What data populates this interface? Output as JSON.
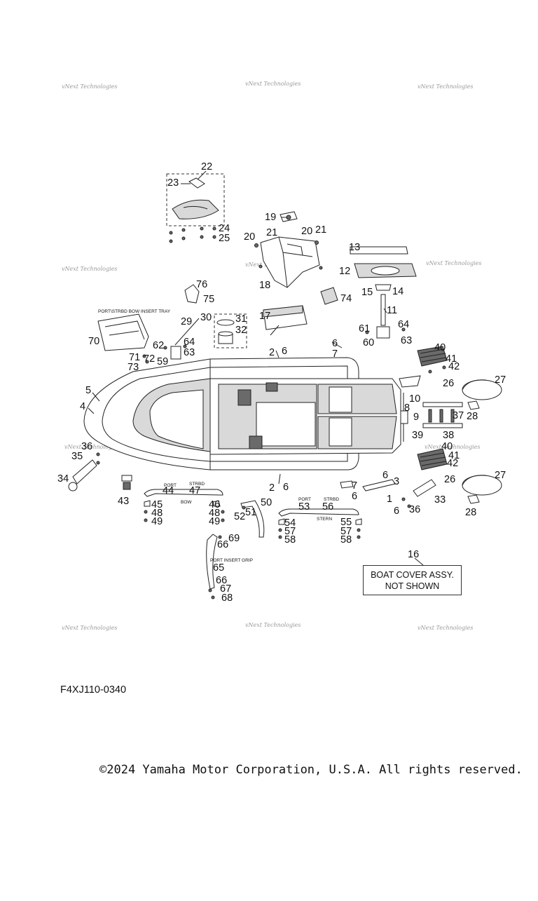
{
  "figure_code": "F4XJ110-0340",
  "copyright": "©2024 Yamaha Motor Corporation, U.S.A. All rights reserved.",
  "watermark_text": "vNext Technologies",
  "note": {
    "callout": "16",
    "lines": [
      "BOAT COVER ASSY.",
      "NOT SHOWN"
    ]
  },
  "labels": {
    "tray": "PORT\\STRBD BOW INSERT TRAY",
    "port": "PORT",
    "strbd": "STRBD",
    "bow": "BOW",
    "stern": "STERN",
    "port_insert_grip": "PORT INSERT GRIP"
  },
  "callouts": [
    {
      "id": "c22",
      "text": "22"
    },
    {
      "id": "c23",
      "text": "23"
    },
    {
      "id": "c24",
      "text": "24"
    },
    {
      "id": "c25",
      "text": "25"
    },
    {
      "id": "c19",
      "text": "19"
    },
    {
      "id": "c20a",
      "text": "20"
    },
    {
      "id": "c21a",
      "text": "21"
    },
    {
      "id": "c20b",
      "text": "20"
    },
    {
      "id": "c21b",
      "text": "21"
    },
    {
      "id": "c18",
      "text": "18"
    },
    {
      "id": "c13",
      "text": "13"
    },
    {
      "id": "c12",
      "text": "12"
    },
    {
      "id": "c15",
      "text": "15"
    },
    {
      "id": "c14",
      "text": "14"
    },
    {
      "id": "c76",
      "text": "76"
    },
    {
      "id": "c75",
      "text": "75"
    },
    {
      "id": "c74",
      "text": "74"
    },
    {
      "id": "c11",
      "text": "11"
    },
    {
      "id": "c29",
      "text": "29"
    },
    {
      "id": "c30",
      "text": "30"
    },
    {
      "id": "c31",
      "text": "31"
    },
    {
      "id": "c32",
      "text": "32"
    },
    {
      "id": "c17",
      "text": "17"
    },
    {
      "id": "c61",
      "text": "61"
    },
    {
      "id": "c64b",
      "text": "64"
    },
    {
      "id": "c60",
      "text": "60"
    },
    {
      "id": "c63b",
      "text": "63"
    },
    {
      "id": "c70",
      "text": "70"
    },
    {
      "id": "c62",
      "text": "62"
    },
    {
      "id": "c64a",
      "text": "64"
    },
    {
      "id": "c63a",
      "text": "63"
    },
    {
      "id": "c71",
      "text": "71"
    },
    {
      "id": "c72",
      "text": "72"
    },
    {
      "id": "c59",
      "text": "59"
    },
    {
      "id": "c73",
      "text": "73"
    },
    {
      "id": "c2a",
      "text": "2"
    },
    {
      "id": "c6a",
      "text": "6"
    },
    {
      "id": "c6b",
      "text": "6"
    },
    {
      "id": "c7a",
      "text": "7"
    },
    {
      "id": "c40a",
      "text": "40"
    },
    {
      "id": "c41a",
      "text": "41"
    },
    {
      "id": "c42a",
      "text": "42"
    },
    {
      "id": "c26a",
      "text": "26"
    },
    {
      "id": "c27a",
      "text": "27"
    },
    {
      "id": "c5",
      "text": "5"
    },
    {
      "id": "c4",
      "text": "4"
    },
    {
      "id": "c10",
      "text": "10"
    },
    {
      "id": "c8",
      "text": "8"
    },
    {
      "id": "c9",
      "text": "9"
    },
    {
      "id": "c37",
      "text": "37"
    },
    {
      "id": "c28a",
      "text": "28"
    },
    {
      "id": "c39",
      "text": "39"
    },
    {
      "id": "c38",
      "text": "38"
    },
    {
      "id": "c40b",
      "text": "40"
    },
    {
      "id": "c41b",
      "text": "41"
    },
    {
      "id": "c42b",
      "text": "42"
    },
    {
      "id": "c26b",
      "text": "26"
    },
    {
      "id": "c27b",
      "text": "27"
    },
    {
      "id": "c36a",
      "text": "36"
    },
    {
      "id": "c35",
      "text": "35"
    },
    {
      "id": "c34",
      "text": "34"
    },
    {
      "id": "c43",
      "text": "43"
    },
    {
      "id": "c2b",
      "text": "2"
    },
    {
      "id": "c6c",
      "text": "6"
    },
    {
      "id": "c6d",
      "text": "6"
    },
    {
      "id": "c7b",
      "text": "7"
    },
    {
      "id": "c6e",
      "text": "6"
    },
    {
      "id": "c3",
      "text": "3"
    },
    {
      "id": "c6f",
      "text": "6"
    },
    {
      "id": "c1",
      "text": "1"
    },
    {
      "id": "c33",
      "text": "33"
    },
    {
      "id": "c36b",
      "text": "36"
    },
    {
      "id": "c28b",
      "text": "28"
    },
    {
      "id": "c44",
      "text": "44"
    },
    {
      "id": "c47",
      "text": "47"
    },
    {
      "id": "c45",
      "text": "45"
    },
    {
      "id": "c48a",
      "text": "48"
    },
    {
      "id": "c49a",
      "text": "49"
    },
    {
      "id": "c46",
      "text": "46"
    },
    {
      "id": "c48b",
      "text": "48"
    },
    {
      "id": "c49b",
      "text": "49"
    },
    {
      "id": "c50",
      "text": "50"
    },
    {
      "id": "c51",
      "text": "51"
    },
    {
      "id": "c52",
      "text": "52"
    },
    {
      "id": "c53",
      "text": "53"
    },
    {
      "id": "c56",
      "text": "56"
    },
    {
      "id": "c54",
      "text": "54"
    },
    {
      "id": "c57a",
      "text": "57"
    },
    {
      "id": "c58a",
      "text": "58"
    },
    {
      "id": "c55",
      "text": "55"
    },
    {
      "id": "c57b",
      "text": "57"
    },
    {
      "id": "c58b",
      "text": "58"
    },
    {
      "id": "c66a",
      "text": "66"
    },
    {
      "id": "c69",
      "text": "69"
    },
    {
      "id": "c65",
      "text": "65"
    },
    {
      "id": "c66b",
      "text": "66"
    },
    {
      "id": "c67",
      "text": "67"
    },
    {
      "id": "c68",
      "text": "68"
    }
  ]
}
